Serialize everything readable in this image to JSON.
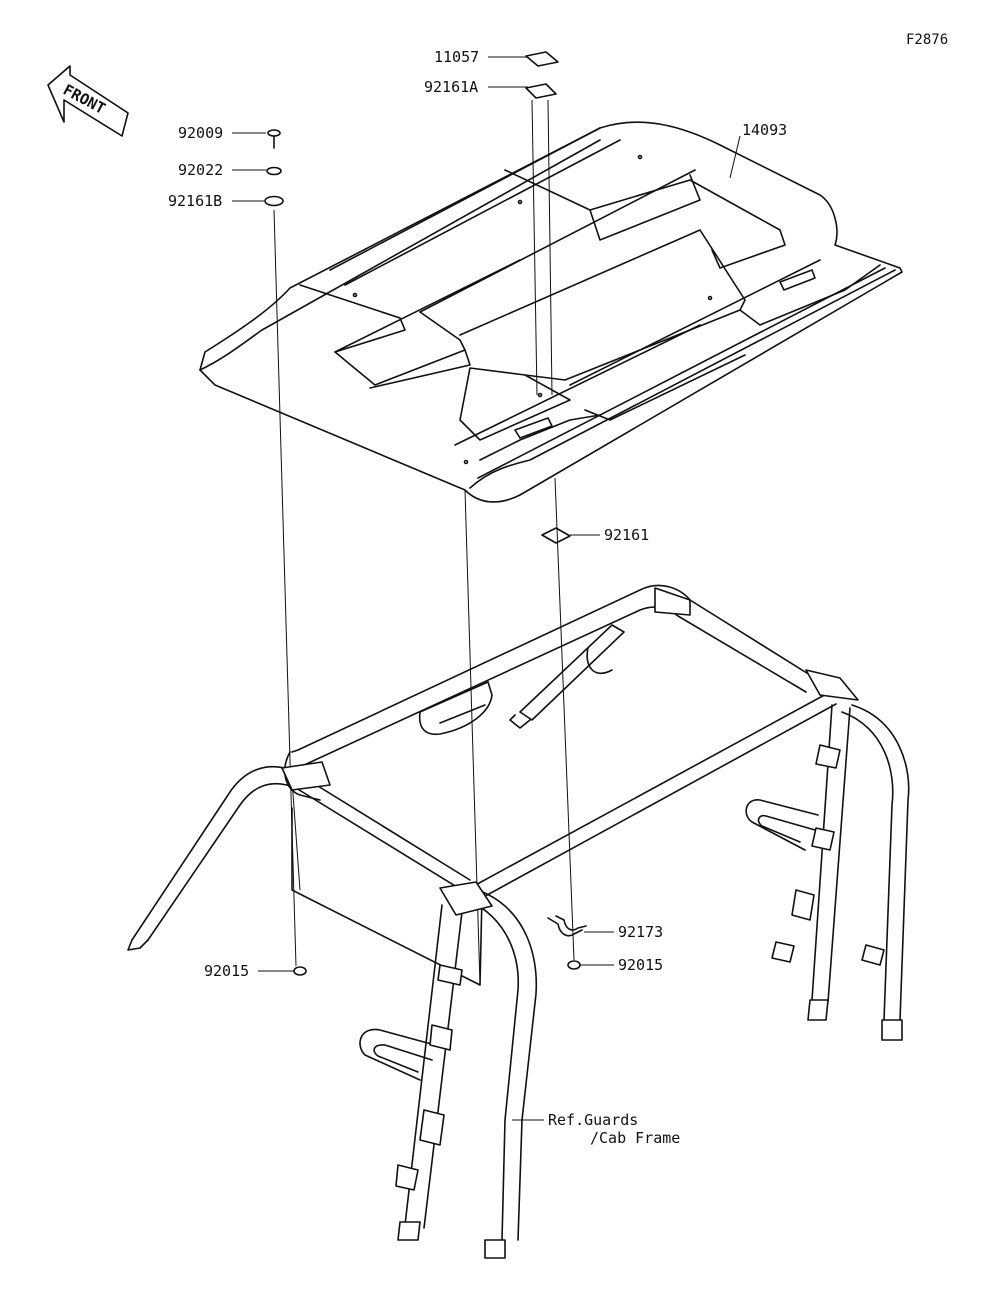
{
  "figure_code": "F2876",
  "front_label": "FRONT",
  "parts": {
    "p11057": "11057",
    "p92161A": "92161A",
    "p14093": "14093",
    "p92009": "92009",
    "p92022": "92022",
    "p92161B": "92161B",
    "p92161": "92161",
    "p92173": "92173",
    "p92015_right": "92015",
    "p92015_left": "92015"
  },
  "reference": {
    "line1": "Ref.Guards",
    "line2": "/Cab Frame"
  }
}
